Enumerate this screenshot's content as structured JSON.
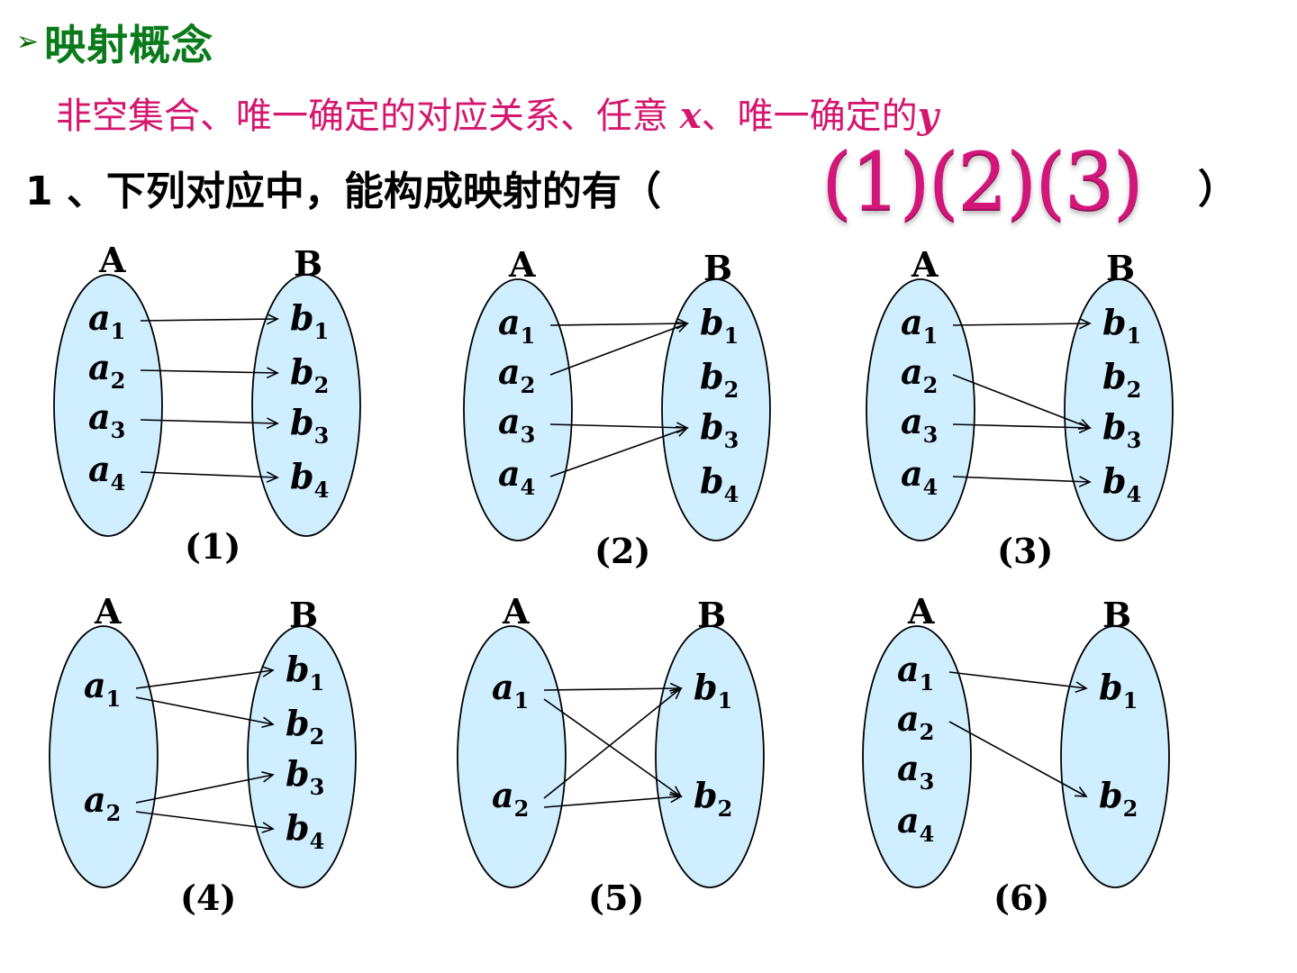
{
  "header": {
    "bullet": "➢",
    "title": "映射概念"
  },
  "concept": {
    "part1": "非空集合、唯一确定的对应关系、任意",
    "x": "x",
    "part2": "、唯一确定的",
    "y": "y"
  },
  "question": {
    "text": "1 、下列对应中，能构成映射的有（",
    "answer": "(1)(2)(3)",
    "close": "）"
  },
  "set_names": {
    "left": "A",
    "right": "B"
  },
  "diagrams": [
    {
      "caption": "(1)",
      "left": [
        "a1",
        "a2",
        "a3",
        "a4"
      ],
      "right": [
        "b1",
        "b2",
        "b3",
        "b4"
      ],
      "arrows": [
        [
          1,
          1
        ],
        [
          2,
          2
        ],
        [
          3,
          3
        ],
        [
          4,
          4
        ]
      ]
    },
    {
      "caption": "(2)",
      "left": [
        "a1",
        "a2",
        "a3",
        "a4"
      ],
      "right": [
        "b1",
        "b2",
        "b3",
        "b4"
      ],
      "arrows": [
        [
          1,
          1
        ],
        [
          2,
          1
        ],
        [
          3,
          3
        ],
        [
          4,
          3
        ]
      ]
    },
    {
      "caption": "(3)",
      "left": [
        "a1",
        "a2",
        "a3",
        "a4"
      ],
      "right": [
        "b1",
        "b2",
        "b3",
        "b4"
      ],
      "arrows": [
        [
          1,
          1
        ],
        [
          2,
          3
        ],
        [
          3,
          3
        ],
        [
          4,
          4
        ]
      ]
    },
    {
      "caption": "(4)",
      "left": [
        "a1",
        "a2"
      ],
      "right": [
        "b1",
        "b2",
        "b3",
        "b4"
      ],
      "arrows": [
        [
          1,
          1
        ],
        [
          1,
          2
        ],
        [
          2,
          3
        ],
        [
          2,
          4
        ]
      ]
    },
    {
      "caption": "(5)",
      "left": [
        "a1",
        "a2"
      ],
      "right": [
        "b1",
        "b2"
      ],
      "arrows": [
        [
          1,
          1
        ],
        [
          1,
          2
        ],
        [
          2,
          1
        ],
        [
          2,
          2
        ]
      ]
    },
    {
      "caption": "(6)",
      "left": [
        "a1",
        "a2",
        "a3",
        "a4"
      ],
      "right": [
        "b1",
        "b2"
      ],
      "arrows": [
        [
          1,
          1
        ],
        [
          2,
          2
        ]
      ]
    }
  ],
  "colors": {
    "ellipse_fill": "#cfeeff",
    "heading": "#0a7a1a",
    "accent": "#d4166e"
  }
}
